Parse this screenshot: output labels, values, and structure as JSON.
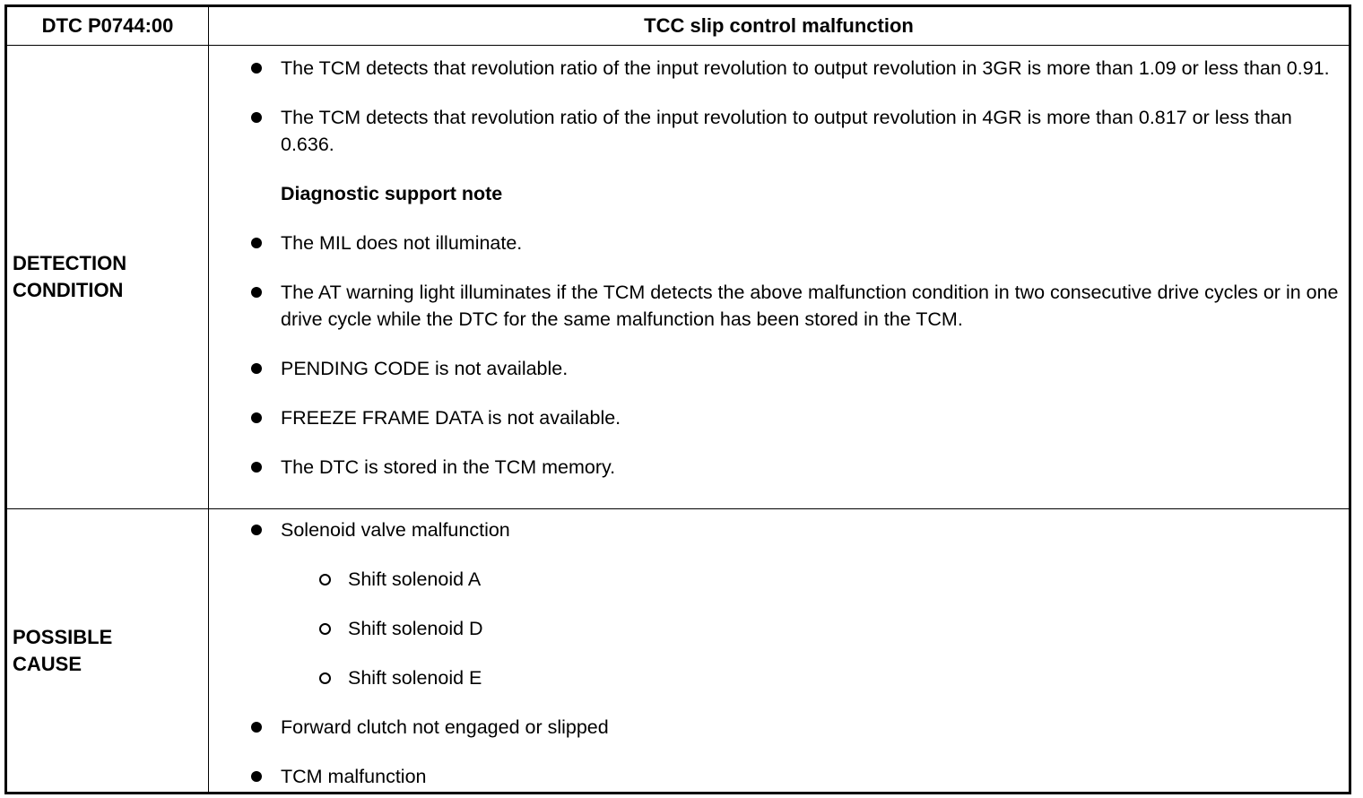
{
  "header": {
    "code": "DTC P0744:00",
    "title": "TCC slip control malfunction"
  },
  "detection": {
    "label_line1": "DETECTION",
    "label_line2": "CONDITION",
    "items_before_note": [
      "The TCM detects that revolution ratio of the input revolution to output revolution in 3GR is more than 1.09 or less than 0.91.",
      "The TCM detects that revolution ratio of the input revolution to output revolution in 4GR is more than 0.817 or less than 0.636."
    ],
    "note_heading": "Diagnostic support note",
    "items_after_note": [
      "The MIL does not illuminate.",
      "The AT warning light illuminates if the TCM detects the above malfunction condition in two consecutive drive cycles or in one drive cycle while the DTC for the same malfunction has been stored in the TCM.",
      "PENDING CODE is not available.",
      "FREEZE FRAME DATA is not available.",
      "The DTC is stored in the TCM memory."
    ]
  },
  "possible_cause": {
    "label_line1": "POSSIBLE",
    "label_line2": "CAUSE",
    "items": [
      {
        "text": "Solenoid valve malfunction",
        "sub": [
          "Shift solenoid A",
          "Shift solenoid D",
          "Shift solenoid E"
        ]
      },
      {
        "text": "Forward clutch not engaged or slipped"
      },
      {
        "text": "TCM malfunction"
      }
    ]
  }
}
